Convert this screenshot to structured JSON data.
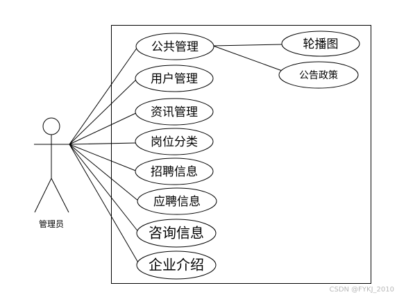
{
  "actor": {
    "label": "管理员"
  },
  "use_cases": [
    {
      "id": "public-mgmt",
      "label": "公共管理"
    },
    {
      "id": "user-mgmt",
      "label": "用户管理"
    },
    {
      "id": "news-mgmt",
      "label": "资讯管理"
    },
    {
      "id": "job-category",
      "label": "岗位分类"
    },
    {
      "id": "recruit-info",
      "label": "招聘信息"
    },
    {
      "id": "apply-info",
      "label": "应聘信息"
    },
    {
      "id": "consult-info",
      "label": "咨询信息"
    },
    {
      "id": "company-intro",
      "label": "企业介绍"
    }
  ],
  "sub_use_cases": [
    {
      "id": "carousel",
      "label": "轮播图",
      "parent": "public-mgmt"
    },
    {
      "id": "notice-policy",
      "label": "公告政策",
      "parent": "public-mgmt"
    }
  ],
  "watermark": "CSDN @FYKJ_2010"
}
